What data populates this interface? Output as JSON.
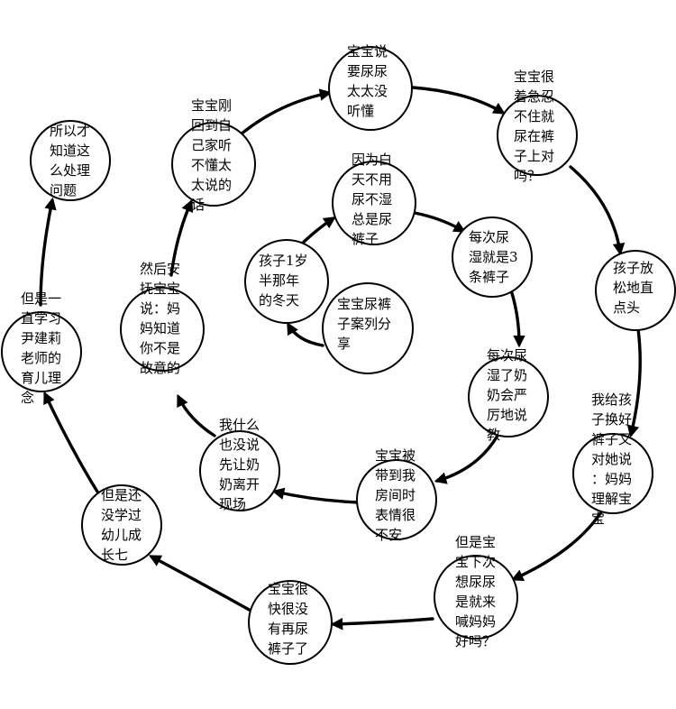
{
  "nodes": {
    "start": "宝宝尿裤\n子案列分\n享",
    "n1": "孩子1岁\n半那年\n的冬天",
    "n2": "因为白\n天不用\n尿不湿\n总是尿\n裤子",
    "n3": "每次尿\n湿就是3\n条裤子",
    "n4": "每次尿\n湿了奶\n奶会严\n厉地说\n教",
    "n5": "宝宝被\n带到我\n房间时\n表情很\n不安",
    "n6": "我什么\n也没说\n先让奶\n奶离开\n现场",
    "n7": "然后安\n抚宝宝\n说：妈\n妈知道\n你不是\n故意的",
    "n8": "宝宝刚\n回到自\n己家听\n不懂太\n太说的\n话",
    "n9": "宝宝说\n要尿尿\n太太没\n听懂",
    "n10": "宝宝很\n着急忍\n不住就\n尿在裤\n子上对\n吗？",
    "n11": "孩子放\n松地直\n点头",
    "n12": "我给孩\n子换好\n裤子又\n对她说\n：妈妈\n理解宝\n宝",
    "n13": "但是宝\n宝下次\n想尿尿\n是就来\n喊妈妈\n好吗？",
    "n14": "宝宝很\n快很没\n有再尿\n裤子了",
    "n15": "但是还\n没学过\n幼儿成\n长七",
    "n16": "但是一\n直学习\n尹建莉\n老师的\n育儿理\n念",
    "n17": "所以才\n知道这\n么处理\n问题"
  }
}
